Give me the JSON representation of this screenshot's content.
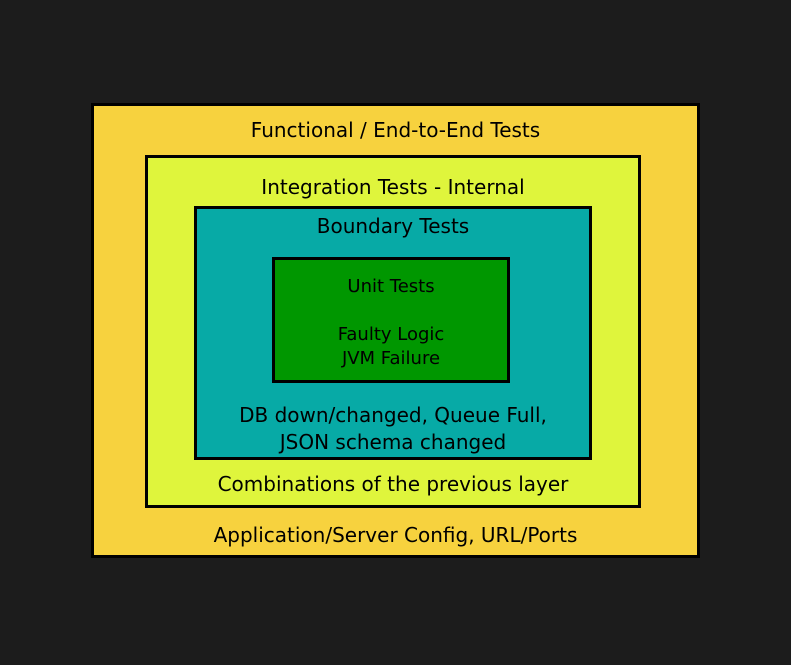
{
  "colors": {
    "background": "#1c1c1c",
    "functional": "#f7d23e",
    "integration": "#dff53c",
    "boundary": "#07aaa6",
    "unit": "#009700",
    "border": "#000000"
  },
  "layers": {
    "functional": {
      "title": "Functional / End-to-End Tests",
      "footer": "Application/Server Config, URL/Ports"
    },
    "integration": {
      "title": "Integration Tests - Internal",
      "footer": "Combinations of the previous layer"
    },
    "boundary": {
      "title": "Boundary Tests",
      "footer_line1": "DB down/changed,  Queue Full,",
      "footer_line2": "JSON schema changed"
    },
    "unit": {
      "title": "Unit Tests",
      "line1": "Faulty Logic",
      "line2": "JVM Failure"
    }
  }
}
